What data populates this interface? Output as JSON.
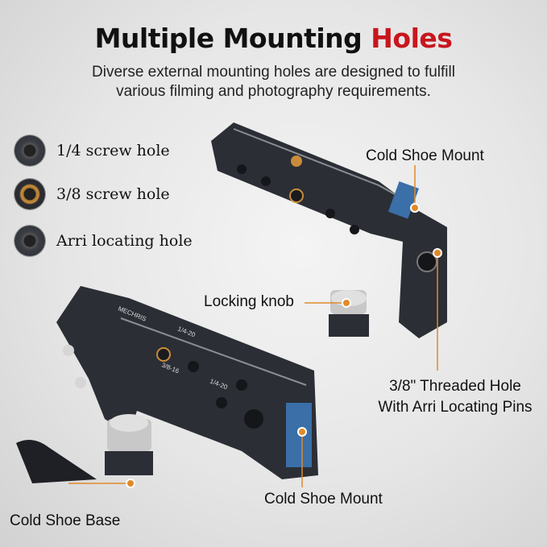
{
  "header": {
    "title_main": "Multiple Mounting ",
    "title_accent": "Holes",
    "subtitle_line1": "Diverse external mounting holes are designed to fulfill",
    "subtitle_line2": "various filming and photography requirements."
  },
  "legend": [
    {
      "label": "1/4 screw hole",
      "icon": "quarter-inch-hole-icon"
    },
    {
      "label": "3/8 screw hole",
      "icon": "three-eighths-hole-icon"
    },
    {
      "label": "Arri locating hole",
      "icon": "arri-hole-icon"
    }
  ],
  "callouts": {
    "cold_shoe_top": "Cold Shoe Mount",
    "locking_knob": "Locking knob",
    "threaded_hole_line1": "3/8\" Threaded Hole",
    "threaded_hole_line2": "With Arri Locating Pins",
    "cold_shoe_bottom": "Cold Shoe Mount",
    "cold_shoe_base": "Cold Shoe Base"
  },
  "product_engravings": [
    "1/4-20",
    "3/8-16",
    "1/4-20",
    "MECHRIS"
  ],
  "colors": {
    "accent": "#c8161d",
    "callout": "#e08a2a",
    "handle": "#2b2e35",
    "anodized_blue": "#3a6fa8"
  }
}
